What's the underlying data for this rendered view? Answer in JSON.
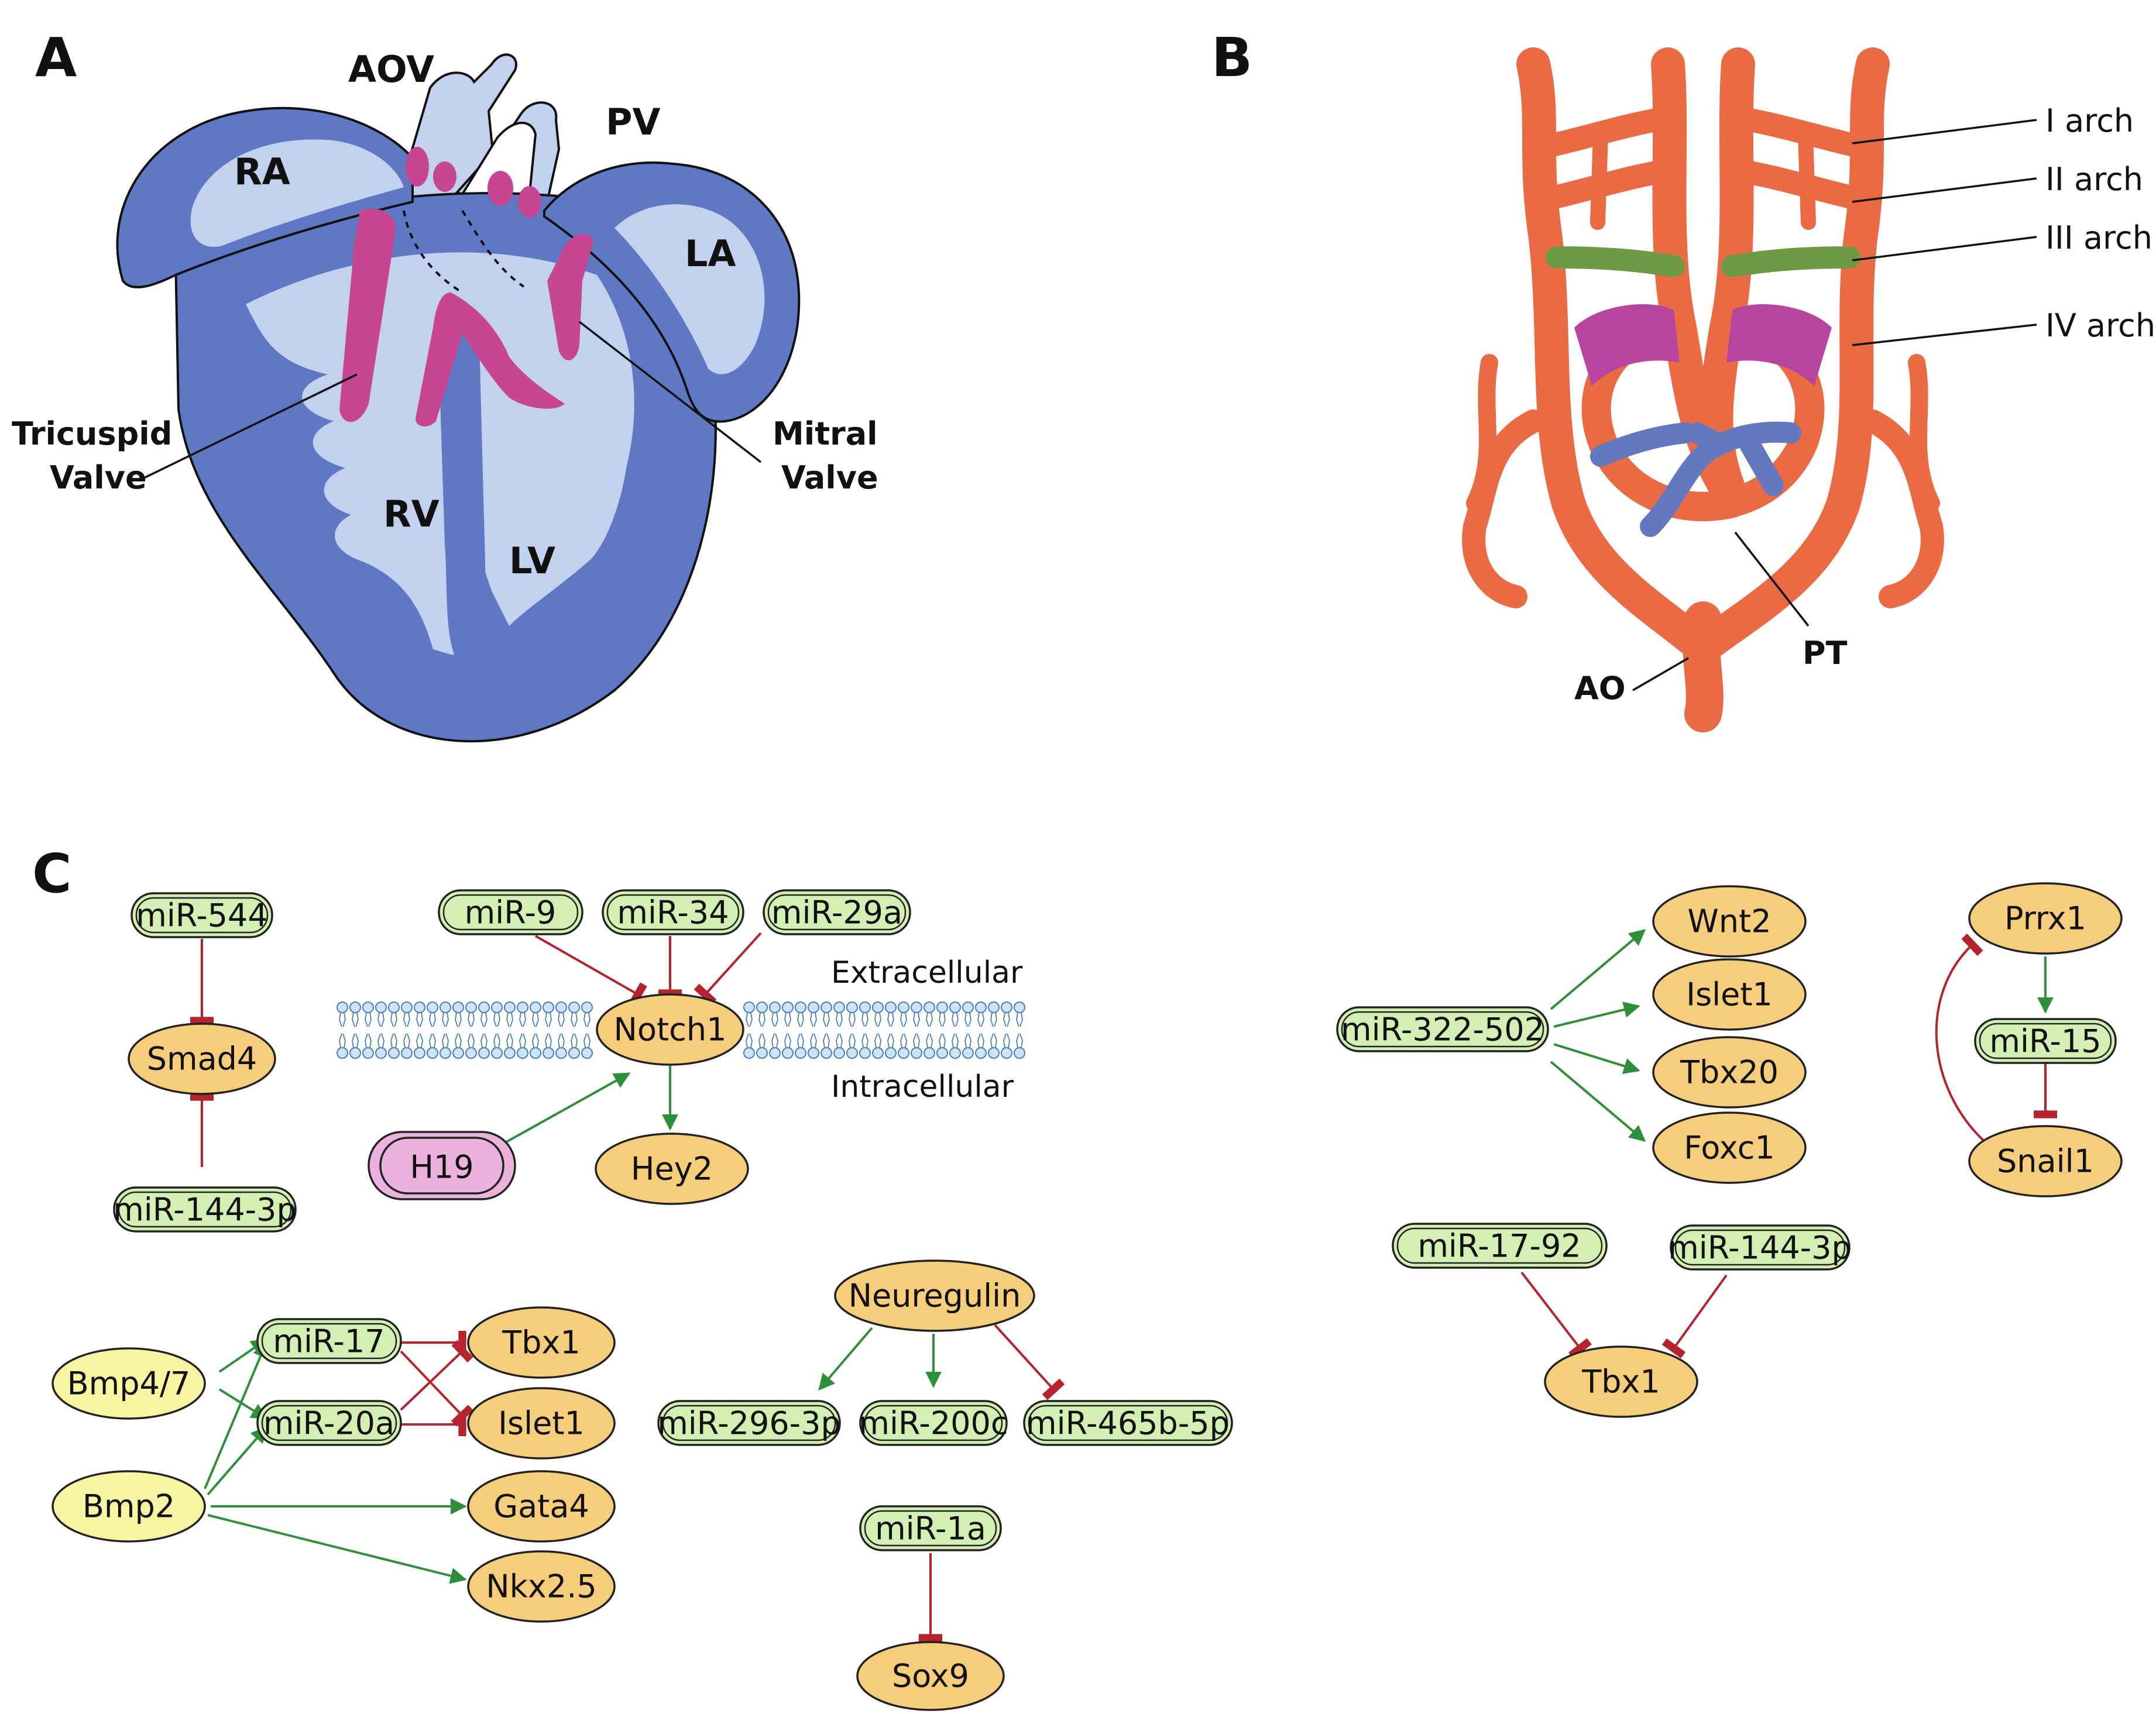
{
  "panels": {
    "a": {
      "letter": "A",
      "labels": {
        "aov": "AOV",
        "pv": "PV",
        "ra": "RA",
        "la": "LA",
        "rv": "RV",
        "lv": "LV",
        "tricuspid_line1": "Tricuspid",
        "tricuspid_line2": "Valve",
        "mitral_line1": "Mitral",
        "mitral_line2": "Valve"
      }
    },
    "b": {
      "letter": "B",
      "labels": {
        "arch1": "I arch",
        "arch2": "II arch",
        "arch3": "III arch",
        "arch4": "IV arch",
        "pt": "PT",
        "ao": "AO"
      }
    },
    "c": {
      "letter": "C",
      "membrane": {
        "extracellular": "Extracellular",
        "intracellular": "Intracellular"
      },
      "nodes": {
        "mir544": "miR-544",
        "smad4": "Smad4",
        "mir144_left": "miR-144-3p",
        "mir9": "miR-9",
        "mir34": "miR-34",
        "mir29a": "miR-29a",
        "notch1": "Notch1",
        "h19": "H19",
        "hey2": "Hey2",
        "mir322": "miR-322-502",
        "wnt2": "Wnt2",
        "islet1_right": "Islet1",
        "tbx20": "Tbx20",
        "foxc1": "Foxc1",
        "prrx1": "Prrx1",
        "mir15": "miR-15",
        "snail1": "Snail1",
        "mir1792": "miR-17-92",
        "mir144_right": "miR-144-3p",
        "tbx1_right": "Tbx1",
        "bmp47": "Bmp4/7",
        "bmp2": "Bmp2",
        "mir17": "miR-17",
        "mir20a": "miR-20a",
        "tbx1_left": "Tbx1",
        "islet1_left": "Islet1",
        "gata4": "Gata4",
        "nkx25": "Nkx2.5",
        "neuregulin": "Neuregulin",
        "mir296": "miR-296-3p",
        "mir200c": "miR-200c",
        "mir465": "miR-465b-5p",
        "mir1a": "miR-1a",
        "sox9": "Sox9"
      }
    }
  },
  "colors": {
    "heart_dark": "#5f78c4",
    "heart_light": "#c2d2ee",
    "valve": "#c6468f",
    "vessel_orange": "#ea6a43",
    "arch3_green": "#6f9a45",
    "arch4_magenta": "#b7449e",
    "pulmonary_blue": "#6478c0",
    "gene": "#f6cd7b",
    "mirna": "#d3efb3",
    "bmp": "#f7f5a2",
    "lncrna": "#eab2dd",
    "activation": "#2e8f3a",
    "inhibition": "#b5232c"
  }
}
